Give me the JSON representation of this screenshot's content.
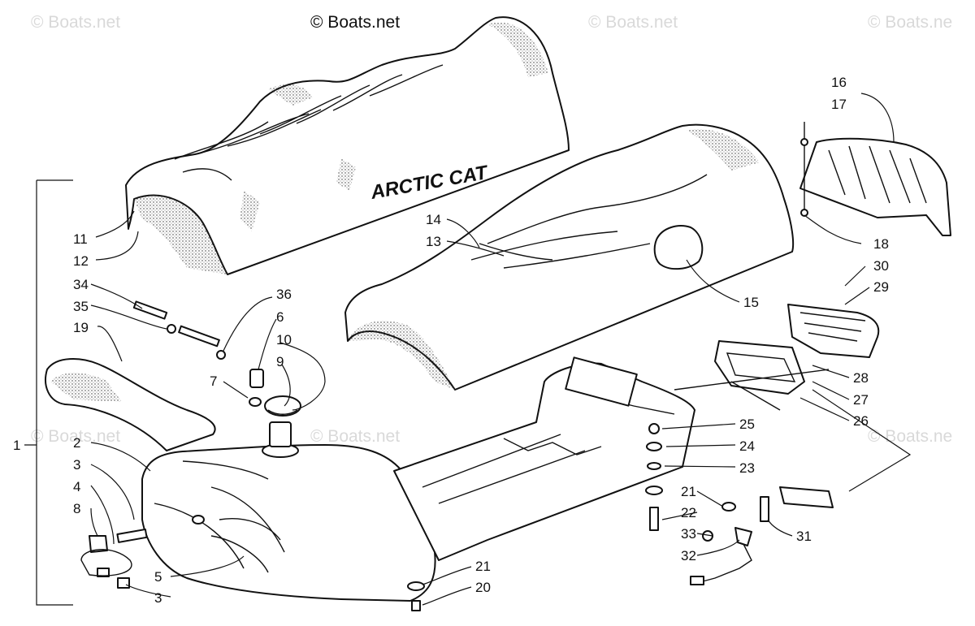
{
  "watermarks": {
    "main": "© Boats.net",
    "faded": "© Boats.net",
    "faded_partial": "© Boats.ne"
  },
  "diagram": {
    "seat_brand_text": "ARCTIC CAT",
    "callouts": {
      "c1": "1",
      "c2": "2",
      "c3a": "3",
      "c3b": "3",
      "c4": "4",
      "c5": "5",
      "c6": "6",
      "c7": "7",
      "c8": "8",
      "c9": "9",
      "c10": "10",
      "c11": "11",
      "c12": "12",
      "c13": "13",
      "c14": "14",
      "c15": "15",
      "c16": "16",
      "c17": "17",
      "c18": "18",
      "c19": "19",
      "c20": "20",
      "c21a": "21",
      "c21b": "21",
      "c22": "22",
      "c23": "23",
      "c24": "24",
      "c25": "25",
      "c26": "26",
      "c27": "27",
      "c28": "28",
      "c29": "29",
      "c30": "30",
      "c31": "31",
      "c32": "32",
      "c33": "33",
      "c34": "34",
      "c35": "35",
      "c36": "36"
    }
  }
}
